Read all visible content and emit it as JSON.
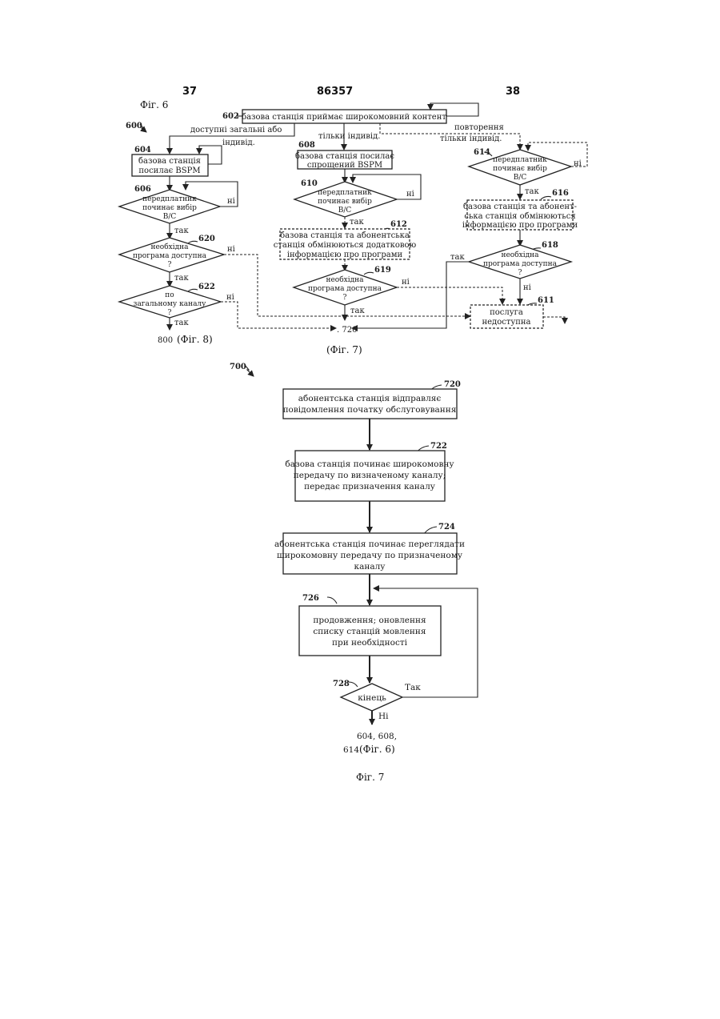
{
  "header": {
    "page_left": "37",
    "doc_number": "86357",
    "page_right": "38"
  },
  "fig6": {
    "caption": "Фіг. 6",
    "ref": "600",
    "n602": {
      "ref": "602",
      "text": "базова станція приймає широкомовний контент",
      "loop_label": "повторення"
    },
    "labels": {
      "available_general": "доступні загальні або",
      "indiv": "індивід.",
      "only_indiv_mid": "тільки індивід.",
      "only_indiv_right": "тільки індивід."
    },
    "n604": {
      "ref": "604",
      "line1": "базова станція",
      "line2": "посилає BSPM"
    },
    "n606": {
      "ref": "606",
      "line1": "передплатник",
      "line2": "починає вибір",
      "line3": "В/С",
      "no": "ні",
      "yes": "так"
    },
    "n620": {
      "ref": "620",
      "line1": "необхідна",
      "line2": "програма доступна",
      "line3": "?",
      "no": "ні",
      "yes": "так"
    },
    "n622": {
      "ref": "622",
      "line1": "по",
      "line2": "загальному каналу",
      "line3": "?",
      "no": "ні",
      "yes": "так"
    },
    "n800": {
      "num": "800",
      "fig": "(Фіг. 8)"
    },
    "n608": {
      "ref": "608",
      "line1": "базова станція посилає",
      "line2": "спрощений BSPM"
    },
    "n610": {
      "ref": "610",
      "line1": "передплатник",
      "line2": "починає вибір",
      "line3": "В/С",
      "no": "ні",
      "yes": "так"
    },
    "n612": {
      "ref": "612",
      "line1": "базова станція та абонентська",
      "line2": "станція обмінюються додатковою",
      "line3": "інформацією про програми"
    },
    "n619": {
      "ref": "619",
      "line1": "необхідна",
      "line2": "програма доступна",
      "line3": "?",
      "no": "ні",
      "yes": "так"
    },
    "n720": {
      "num": ". 720",
      "fig": "(Фіг. 7)"
    },
    "n614": {
      "ref": "614",
      "line1": "передплатник",
      "line2": "починає вибір",
      "line3": "В/С",
      "no": "ні",
      "yes": "так"
    },
    "n616": {
      "ref": "616",
      "line1": "базова станція та абонент-",
      "line2": "ська станція обмінюються",
      "line3": "інформацією про програми"
    },
    "n618": {
      "ref": "618",
      "line1": "необхідна",
      "line2": "програма доступна",
      "line3": "?",
      "no": "ні",
      "yes": "так"
    },
    "n611": {
      "ref": "611",
      "line1": "послуга",
      "line2": "недоступна"
    }
  },
  "fig7": {
    "caption": "Фіг. 7",
    "ref": "700",
    "n720": {
      "ref": "720",
      "line1": "абонентська станція відправляє",
      "line2": "повідомлення початку обслуговування"
    },
    "n722": {
      "ref": "722",
      "line1": "базова станція починає широкомовну",
      "line2": "передачу по визначеному каналу;",
      "line3": "передає призначення каналу"
    },
    "n724": {
      "ref": "724",
      "line1": "абонентська станція починає переглядати",
      "line2": "широкомовну передачу по призначеному",
      "line3": "каналу"
    },
    "n726": {
      "ref": "726",
      "line1": "продовження; оновлення",
      "line2": "списку станцій мовлення",
      "line3": "при необхідності"
    },
    "n728": {
      "ref": "728",
      "text": "кінець",
      "yes": "Так",
      "no": "Ні"
    },
    "end": {
      "line1": "604, 608,",
      "line2_num": "614",
      "line2_fig": "(Фіг. 6)"
    }
  }
}
